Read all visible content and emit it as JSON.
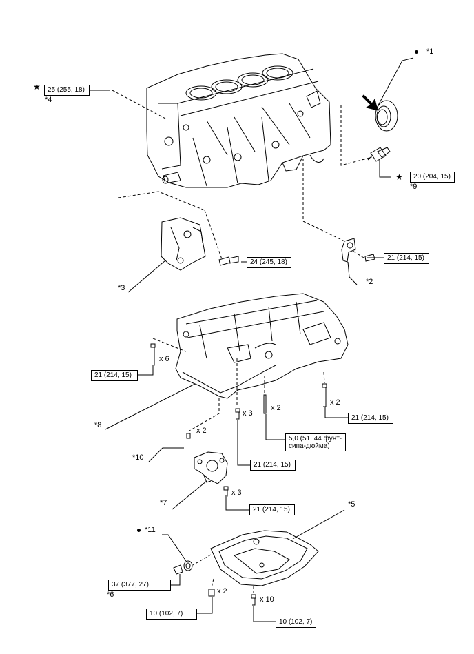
{
  "symbols": {
    "star": "★"
  },
  "torques": {
    "t1": "25 (255, 18)",
    "t2": "20 (204, 15)",
    "t3": "24 (245, 18)",
    "t4": "21 (214, 15)",
    "t5": "21 (214, 15)",
    "t6": "21 (214, 15)",
    "t7": "5,0 (51, 44 фунт-сипа-дюйма)",
    "t8": "21 (214, 15)",
    "t9": "21 (214, 15)",
    "t10": "37 (377, 27)",
    "t11": "10 (102, 7)",
    "t12": "10 (102, 7)"
  },
  "callouts": {
    "c1": "*1",
    "c2": "*2",
    "c3": "*3",
    "c4": "*4",
    "c5": "*5",
    "c6": "*6",
    "c7": "*7",
    "c8": "*8",
    "c9": "*9",
    "c10": "*10",
    "c11": "*11"
  },
  "quantities": {
    "q6": "x 6",
    "q2a": "x 2",
    "q3a": "x 3",
    "q2b": "x 2",
    "q2c": "x 2",
    "q3b": "x 3",
    "q2d": "x 2",
    "q10": "x 10"
  },
  "colors": {
    "ink": "#000000",
    "paper": "#ffffff"
  }
}
